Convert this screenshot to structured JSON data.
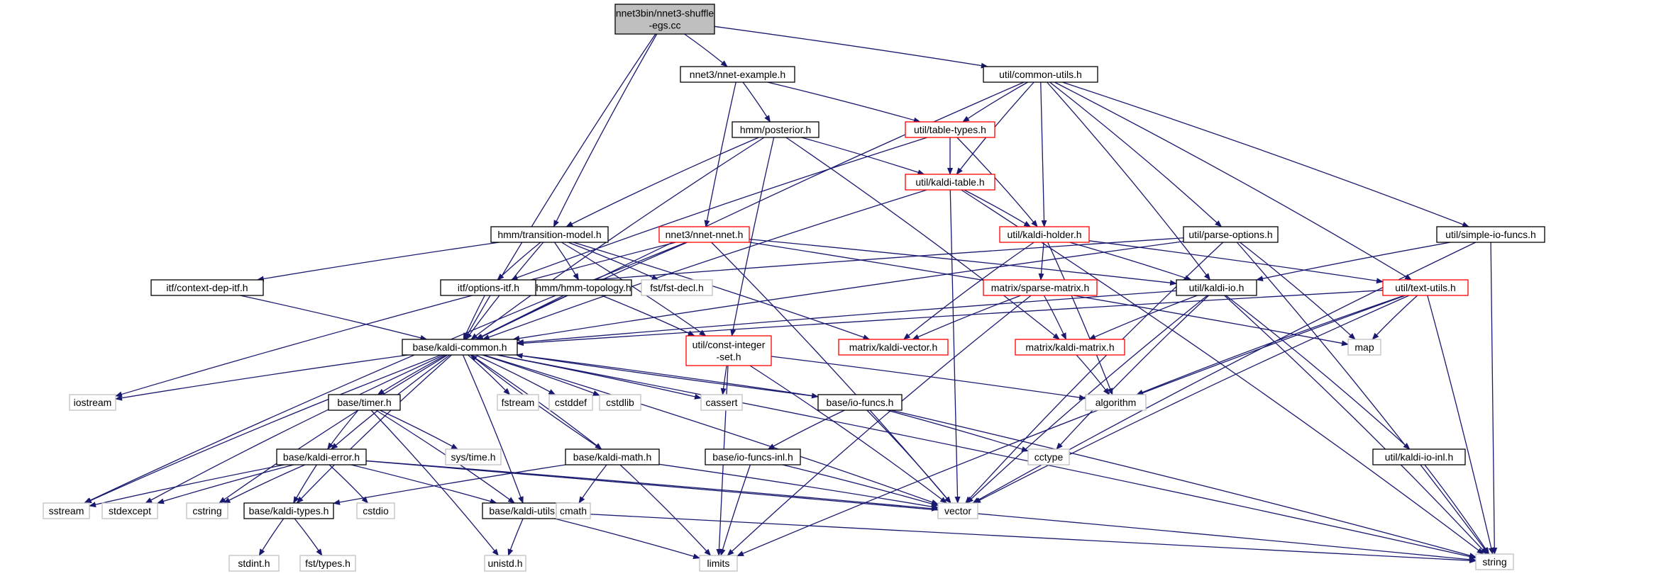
{
  "nodes": [
    {
      "id": "root",
      "lines": [
        "nnet3bin/nnet3-shuffle",
        "-egs.cc"
      ],
      "style": "root"
    },
    {
      "id": "nnet_example",
      "lines": [
        "nnet3/nnet-example.h"
      ],
      "style": "normal"
    },
    {
      "id": "common_utils",
      "lines": [
        "util/common-utils.h"
      ],
      "style": "normal"
    },
    {
      "id": "posterior",
      "lines": [
        "hmm/posterior.h"
      ],
      "style": "normal"
    },
    {
      "id": "table_types",
      "lines": [
        "util/table-types.h"
      ],
      "style": "red"
    },
    {
      "id": "kaldi_table",
      "lines": [
        "util/kaldi-table.h"
      ],
      "style": "red"
    },
    {
      "id": "transition_model",
      "lines": [
        "hmm/transition-model.h"
      ],
      "style": "normal"
    },
    {
      "id": "nnet_nnet",
      "lines": [
        "nnet3/nnet-nnet.h"
      ],
      "style": "red"
    },
    {
      "id": "kaldi_holder",
      "lines": [
        "util/kaldi-holder.h"
      ],
      "style": "red"
    },
    {
      "id": "parse_options",
      "lines": [
        "util/parse-options.h"
      ],
      "style": "normal"
    },
    {
      "id": "simple_io_funcs",
      "lines": [
        "util/simple-io-funcs.h"
      ],
      "style": "normal"
    },
    {
      "id": "fst_decl",
      "lines": [
        "fst/fst-decl.h"
      ],
      "style": "gray"
    },
    {
      "id": "context_dep_itf",
      "lines": [
        "itf/context-dep-itf.h"
      ],
      "style": "normal"
    },
    {
      "id": "options_itf",
      "lines": [
        "itf/options-itf.h"
      ],
      "style": "normal"
    },
    {
      "id": "hmm_topology",
      "lines": [
        "hmm/hmm-topology.h"
      ],
      "style": "normal"
    },
    {
      "id": "sparse_matrix",
      "lines": [
        "matrix/sparse-matrix.h"
      ],
      "style": "red"
    },
    {
      "id": "kaldi_io",
      "lines": [
        "util/kaldi-io.h"
      ],
      "style": "normal"
    },
    {
      "id": "text_utils",
      "lines": [
        "util/text-utils.h"
      ],
      "style": "red"
    },
    {
      "id": "kaldi_common",
      "lines": [
        "base/kaldi-common.h"
      ],
      "style": "normal"
    },
    {
      "id": "const_integer_set",
      "lines": [
        "util/const-integer",
        "-set.h"
      ],
      "style": "red"
    },
    {
      "id": "kaldi_vector",
      "lines": [
        "matrix/kaldi-vector.h"
      ],
      "style": "red"
    },
    {
      "id": "kaldi_matrix",
      "lines": [
        "matrix/kaldi-matrix.h"
      ],
      "style": "red"
    },
    {
      "id": "map",
      "lines": [
        "map"
      ],
      "style": "gray"
    },
    {
      "id": "iostream",
      "lines": [
        "iostream"
      ],
      "style": "gray"
    },
    {
      "id": "fstream",
      "lines": [
        "fstream"
      ],
      "style": "gray"
    },
    {
      "id": "cstddef",
      "lines": [
        "cstddef"
      ],
      "style": "gray"
    },
    {
      "id": "cstdlib",
      "lines": [
        "cstdlib"
      ],
      "style": "gray"
    },
    {
      "id": "cassert",
      "lines": [
        "cassert"
      ],
      "style": "gray"
    },
    {
      "id": "base_timer",
      "lines": [
        "base/timer.h"
      ],
      "style": "normal"
    },
    {
      "id": "io_funcs",
      "lines": [
        "base/io-funcs.h"
      ],
      "style": "normal"
    },
    {
      "id": "algorithm",
      "lines": [
        "algorithm"
      ],
      "style": "gray"
    },
    {
      "id": "sys_time",
      "lines": [
        "sys/time.h"
      ],
      "style": "gray"
    },
    {
      "id": "kaldi_error",
      "lines": [
        "base/kaldi-error.h"
      ],
      "style": "normal"
    },
    {
      "id": "kaldi_math",
      "lines": [
        "base/kaldi-math.h"
      ],
      "style": "normal"
    },
    {
      "id": "io_funcs_inl",
      "lines": [
        "base/io-funcs-inl.h"
      ],
      "style": "normal"
    },
    {
      "id": "cctype",
      "lines": [
        "cctype"
      ],
      "style": "gray"
    },
    {
      "id": "kaldi_io_inl",
      "lines": [
        "util/kaldi-io-inl.h"
      ],
      "style": "normal"
    },
    {
      "id": "sstream",
      "lines": [
        "sstream"
      ],
      "style": "gray"
    },
    {
      "id": "stdexcept",
      "lines": [
        "stdexcept"
      ],
      "style": "gray"
    },
    {
      "id": "cstring",
      "lines": [
        "cstring"
      ],
      "style": "gray"
    },
    {
      "id": "kaldi_types",
      "lines": [
        "base/kaldi-types.h"
      ],
      "style": "normal"
    },
    {
      "id": "cstdio",
      "lines": [
        "cstdio"
      ],
      "style": "gray"
    },
    {
      "id": "kaldi_utils",
      "lines": [
        "base/kaldi-utils.h"
      ],
      "style": "normal"
    },
    {
      "id": "cmath",
      "lines": [
        "cmath"
      ],
      "style": "gray"
    },
    {
      "id": "vector",
      "lines": [
        "vector"
      ],
      "style": "gray"
    },
    {
      "id": "string",
      "lines": [
        "string"
      ],
      "style": "gray"
    },
    {
      "id": "stdint",
      "lines": [
        "stdint.h"
      ],
      "style": "gray"
    },
    {
      "id": "fst_types",
      "lines": [
        "fst/types.h"
      ],
      "style": "gray"
    },
    {
      "id": "unistd",
      "lines": [
        "unistd.h"
      ],
      "style": "gray"
    },
    {
      "id": "limits",
      "lines": [
        "limits"
      ],
      "style": "gray"
    }
  ],
  "edges": [
    [
      "root",
      "nnet_example"
    ],
    [
      "root",
      "common_utils"
    ],
    [
      "root",
      "kaldi_common"
    ],
    [
      "root",
      "transition_model"
    ],
    [
      "nnet_example",
      "posterior"
    ],
    [
      "nnet_example",
      "table_types"
    ],
    [
      "nnet_example",
      "nnet_nnet"
    ],
    [
      "common_utils",
      "table_types"
    ],
    [
      "common_utils",
      "kaldi_table"
    ],
    [
      "common_utils",
      "kaldi_holder"
    ],
    [
      "common_utils",
      "parse_options"
    ],
    [
      "common_utils",
      "simple_io_funcs"
    ],
    [
      "common_utils",
      "kaldi_io"
    ],
    [
      "common_utils",
      "text_utils"
    ],
    [
      "common_utils",
      "kaldi_common"
    ],
    [
      "posterior",
      "kaldi_table"
    ],
    [
      "posterior",
      "transition_model"
    ],
    [
      "posterior",
      "const_integer_set"
    ],
    [
      "posterior",
      "kaldi_common"
    ],
    [
      "posterior",
      "kaldi_matrix"
    ],
    [
      "table_types",
      "kaldi_table"
    ],
    [
      "table_types",
      "kaldi_holder"
    ],
    [
      "table_types",
      "options_itf"
    ],
    [
      "kaldi_table",
      "kaldi_holder"
    ],
    [
      "kaldi_table",
      "kaldi_common"
    ],
    [
      "kaldi_table",
      "vector"
    ],
    [
      "kaldi_table",
      "string"
    ],
    [
      "transition_model",
      "kaldi_common"
    ],
    [
      "transition_model",
      "fst_decl"
    ],
    [
      "transition_model",
      "context_dep_itf"
    ],
    [
      "transition_model",
      "options_itf"
    ],
    [
      "transition_model",
      "hmm_topology"
    ],
    [
      "transition_model",
      "const_integer_set"
    ],
    [
      "transition_model",
      "kaldi_vector"
    ],
    [
      "nnet_nnet",
      "kaldi_common"
    ],
    [
      "nnet_nnet",
      "kaldi_io"
    ],
    [
      "nnet_nnet",
      "iostream"
    ],
    [
      "nnet_nnet",
      "sstream"
    ],
    [
      "nnet_nnet",
      "vector"
    ],
    [
      "nnet_nnet",
      "map"
    ],
    [
      "kaldi_holder",
      "sparse_matrix"
    ],
    [
      "kaldi_holder",
      "kaldi_vector"
    ],
    [
      "kaldi_holder",
      "kaldi_io"
    ],
    [
      "kaldi_holder",
      "text_utils"
    ],
    [
      "kaldi_holder",
      "algorithm"
    ],
    [
      "parse_options",
      "kaldi_common"
    ],
    [
      "parse_options",
      "options_itf"
    ],
    [
      "parse_options",
      "map"
    ],
    [
      "parse_options",
      "string"
    ],
    [
      "parse_options",
      "vector"
    ],
    [
      "simple_io_funcs",
      "kaldi_io"
    ],
    [
      "simple_io_funcs",
      "vector"
    ],
    [
      "simple_io_funcs",
      "string"
    ],
    [
      "context_dep_itf",
      "kaldi_common"
    ],
    [
      "options_itf",
      "kaldi_common"
    ],
    [
      "hmm_topology",
      "kaldi_common"
    ],
    [
      "hmm_topology",
      "const_integer_set"
    ],
    [
      "sparse_matrix",
      "kaldi_vector"
    ],
    [
      "sparse_matrix",
      "kaldi_matrix"
    ],
    [
      "sparse_matrix",
      "limits"
    ],
    [
      "kaldi_io",
      "kaldi_common"
    ],
    [
      "kaldi_io",
      "kaldi_matrix"
    ],
    [
      "kaldi_io",
      "kaldi_io_inl"
    ],
    [
      "kaldi_io",
      "cctype"
    ],
    [
      "kaldi_io",
      "vector"
    ],
    [
      "kaldi_io",
      "string"
    ],
    [
      "text_utils",
      "kaldi_common"
    ],
    [
      "text_utils",
      "map"
    ],
    [
      "text_utils",
      "algorithm"
    ],
    [
      "text_utils",
      "vector"
    ],
    [
      "text_utils",
      "string"
    ],
    [
      "text_utils",
      "limits"
    ],
    [
      "kaldi_common",
      "iostream"
    ],
    [
      "kaldi_common",
      "fstream"
    ],
    [
      "kaldi_common",
      "cstddef"
    ],
    [
      "kaldi_common",
      "cstdlib"
    ],
    [
      "kaldi_common",
      "cassert"
    ],
    [
      "kaldi_common",
      "base_timer"
    ],
    [
      "kaldi_common",
      "io_funcs"
    ],
    [
      "kaldi_common",
      "kaldi_error"
    ],
    [
      "kaldi_common",
      "kaldi_math"
    ],
    [
      "kaldi_common",
      "sstream"
    ],
    [
      "kaldi_common",
      "stdexcept"
    ],
    [
      "kaldi_common",
      "cstring"
    ],
    [
      "kaldi_common",
      "kaldi_types"
    ],
    [
      "kaldi_common",
      "kaldi_utils"
    ],
    [
      "kaldi_common",
      "vector"
    ],
    [
      "kaldi_common",
      "string"
    ],
    [
      "const_integer_set",
      "cassert"
    ],
    [
      "const_integer_set",
      "vector"
    ],
    [
      "const_integer_set",
      "algorithm"
    ],
    [
      "const_integer_set",
      "limits"
    ],
    [
      "kaldi_matrix",
      "algorithm"
    ],
    [
      "base_timer",
      "sys_time"
    ],
    [
      "base_timer",
      "kaldi_error"
    ],
    [
      "base_timer",
      "kaldi_utils"
    ],
    [
      "base_timer",
      "unistd"
    ],
    [
      "io_funcs",
      "kaldi_common"
    ],
    [
      "io_funcs",
      "io_funcs_inl"
    ],
    [
      "io_funcs",
      "cctype"
    ],
    [
      "io_funcs",
      "vector"
    ],
    [
      "io_funcs",
      "string"
    ],
    [
      "kaldi_error",
      "sstream"
    ],
    [
      "kaldi_error",
      "stdexcept"
    ],
    [
      "kaldi_error",
      "cstring"
    ],
    [
      "kaldi_error",
      "kaldi_types"
    ],
    [
      "kaldi_error",
      "cstdio"
    ],
    [
      "kaldi_error",
      "kaldi_utils"
    ],
    [
      "kaldi_error",
      "vector"
    ],
    [
      "kaldi_error",
      "string"
    ],
    [
      "kaldi_math",
      "kaldi_common"
    ],
    [
      "kaldi_math",
      "kaldi_types"
    ],
    [
      "kaldi_math",
      "cmath"
    ],
    [
      "kaldi_math",
      "limits"
    ],
    [
      "kaldi_math",
      "vector"
    ],
    [
      "io_funcs_inl",
      "vector"
    ],
    [
      "io_funcs_inl",
      "limits"
    ],
    [
      "kaldi_io_inl",
      "string"
    ],
    [
      "kaldi_types",
      "stdint"
    ],
    [
      "kaldi_types",
      "fst_types"
    ],
    [
      "kaldi_utils",
      "unistd"
    ],
    [
      "kaldi_utils",
      "limits"
    ],
    [
      "kaldi_utils",
      "string"
    ]
  ],
  "colors": {
    "edge": "#191970",
    "root_fill": "#bfbfbf",
    "normal_border": "#000000",
    "red_border": "#ff0000",
    "gray_border": "#bfbfbf",
    "text": "#000000",
    "node_fill": "#ffffff"
  }
}
